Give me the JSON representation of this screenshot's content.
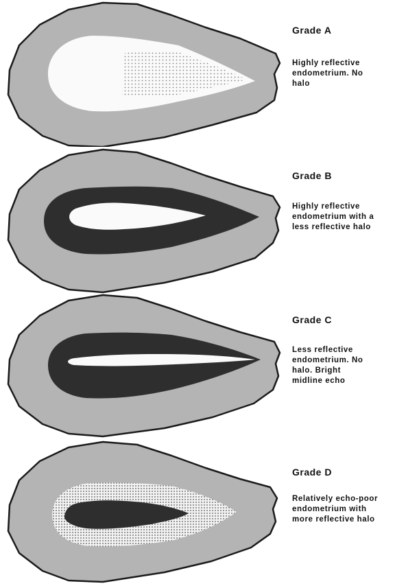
{
  "colors": {
    "outer_fill": "#b4b4b4",
    "outline": "#1a1a1a",
    "dark_fill": "#2e2e2e",
    "bright_fill": "#fafafa",
    "dot": "#777777"
  },
  "grades": [
    {
      "title": "Grade A",
      "desc": [
        "Highly reflective",
        "endometrium. No",
        "halo"
      ]
    },
    {
      "title": "Grade B",
      "desc": [
        "Highly reflective",
        "endometrium with a",
        "less reflective halo"
      ]
    },
    {
      "title": "Grade C",
      "desc": [
        "Less reflective",
        "endometrium. No",
        "halo. Bright",
        "midline echo"
      ]
    },
    {
      "title": "Grade D",
      "desc": [
        "Relatively echo-poor",
        "endometrium with",
        "more reflective halo"
      ]
    }
  ]
}
